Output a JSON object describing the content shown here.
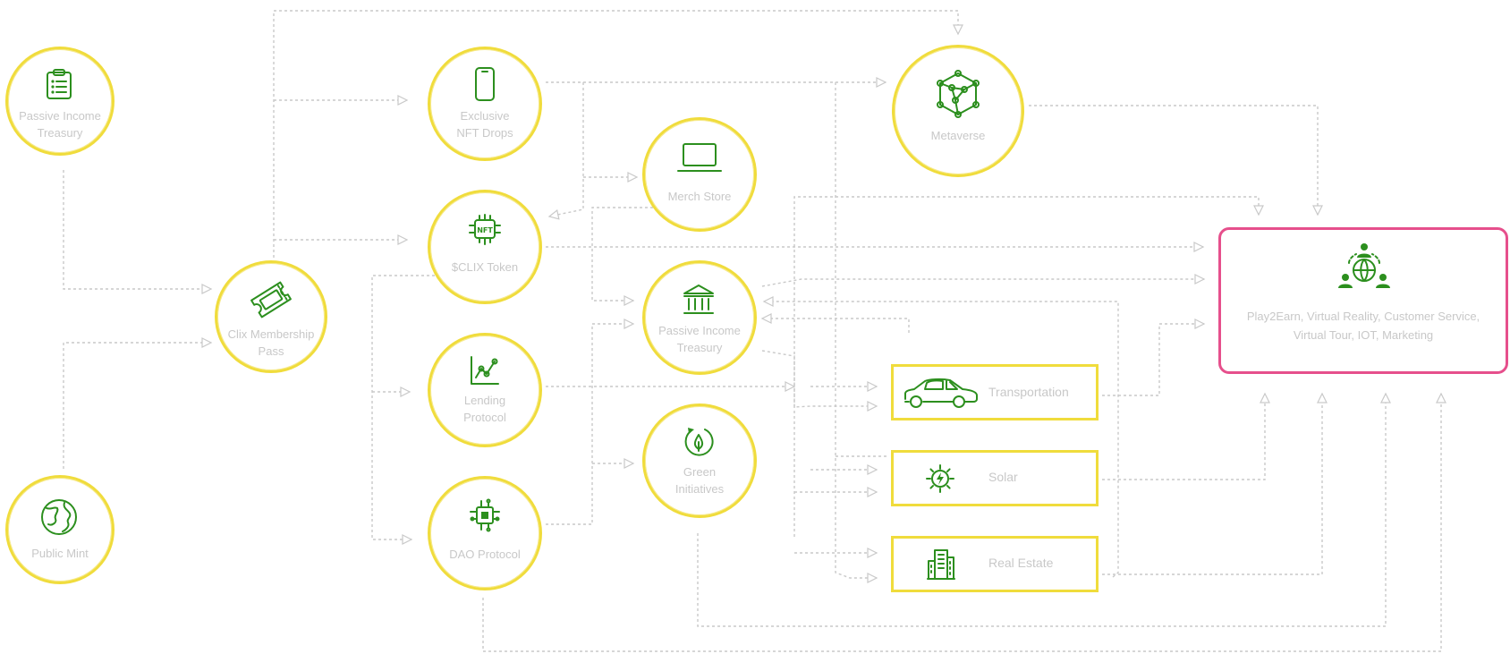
{
  "colors": {
    "node_border": "#f0dc3c",
    "target_border": "#e64f8c",
    "icon": "#2c8f1e",
    "connector": "#c9c9c9",
    "label": "#c8c8c8"
  },
  "nodes": {
    "passive_income_treasury_left": {
      "label": "Passive Income\nTreasury",
      "icon": "clipboard-list-icon"
    },
    "public_mint": {
      "label": "Public Mint",
      "icon": "globe-icon"
    },
    "clix_membership_pass": {
      "label": "Clix Membership\nPass",
      "icon": "ticket-icon"
    },
    "exclusive_nft_drops": {
      "label": "Exclusive\nNFT Drops",
      "icon": "smartphone-icon"
    },
    "clix_token": {
      "label": "$CLIX Token",
      "icon": "nft-chip-icon",
      "icon_text": "NFT"
    },
    "lending_protocol": {
      "label": "Lending\nProtocol",
      "icon": "line-chart-icon"
    },
    "dao_protocol": {
      "label": "DAO Protocol",
      "icon": "processor-icon"
    },
    "merch_store": {
      "label": "Merch Store",
      "icon": "laptop-icon"
    },
    "passive_income_treasury_center": {
      "label": "Passive Income\nTreasury",
      "icon": "bank-icon"
    },
    "green_initiatives": {
      "label": "Green\nInitiatives",
      "icon": "eco-drop-icon"
    },
    "metaverse": {
      "label": "Metaverse",
      "icon": "network-icon"
    },
    "transportation": {
      "label": "Transportation",
      "icon": "car-icon"
    },
    "solar": {
      "label": "Solar",
      "icon": "solar-icon"
    },
    "real_estate": {
      "label": "Real Estate",
      "icon": "building-icon"
    },
    "target": {
      "label": "Play2Earn, Virtual Reality, Customer Service, Virtual Tour, IOT, Marketing",
      "icon": "team-globe-icon"
    }
  }
}
